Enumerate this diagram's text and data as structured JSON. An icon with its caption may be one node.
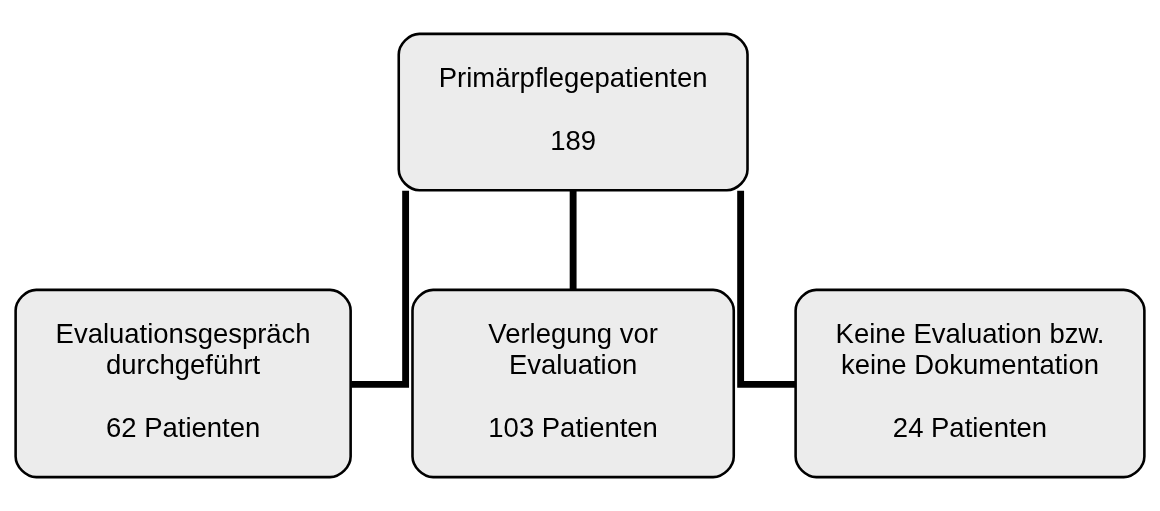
{
  "diagram": {
    "nodes": [
      {
        "text": [
          "Primärpflegepatienten",
          "189"
        ]
      },
      {
        "text": [
          "Evaluationsgespräch durchgeführt",
          "62 Patienten"
        ]
      },
      {
        "text": [
          "Verlegung vor Evaluation",
          "103 Patienten"
        ]
      },
      {
        "text": [
          "Keine Evaluation bzw. keine Dokumentation",
          "24 Patienten"
        ]
      }
    ],
    "edges": [
      {
        "from": 0,
        "to": 1,
        "arrow": "none"
      },
      {
        "from": 0,
        "to": 2,
        "arrow": "none"
      },
      {
        "from": 0,
        "to": 3,
        "arrow": "none"
      }
    ]
  }
}
